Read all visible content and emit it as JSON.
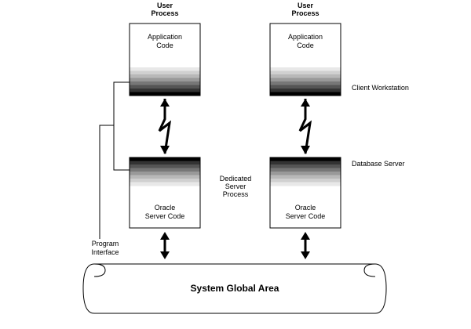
{
  "left_process": {
    "header": [
      "User",
      "Process"
    ],
    "app_code": [
      "Application",
      "Code"
    ],
    "server_code": [
      "Oracle",
      "Server Code"
    ]
  },
  "right_process": {
    "header": [
      "User",
      "Process"
    ],
    "app_code": [
      "Application",
      "Code"
    ],
    "server_code": [
      "Oracle",
      "Server Code"
    ]
  },
  "labels": {
    "client_workstation": "Client Workstation",
    "database_server": "Database Server",
    "dedicated_server": [
      "Dedicated",
      "Server",
      "Process"
    ],
    "program_interface": [
      "Program",
      "Interface"
    ],
    "sga": "System Global Area"
  },
  "colors": {
    "gradient": [
      "#e8e8e8",
      "#d0d0d0",
      "#b8b8b8",
      "#999999",
      "#777777",
      "#555555",
      "#333333",
      "#000000"
    ]
  }
}
